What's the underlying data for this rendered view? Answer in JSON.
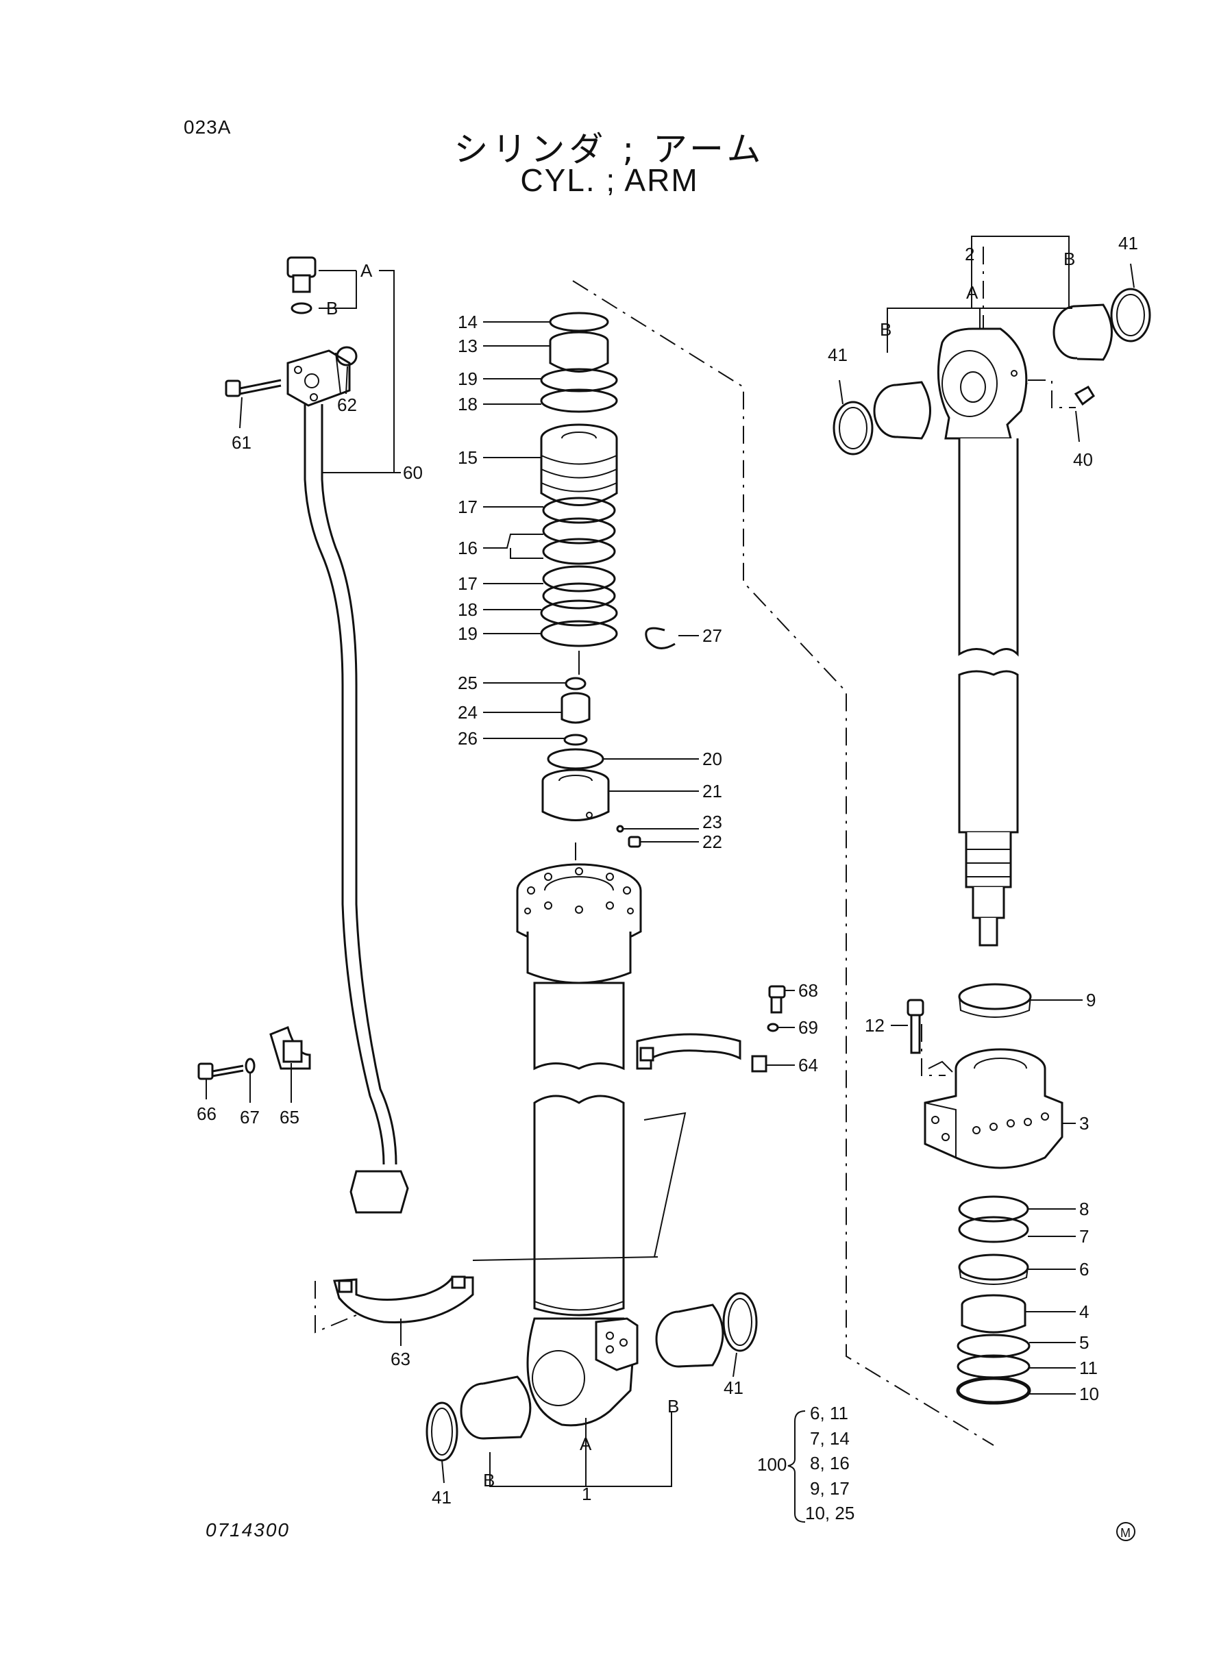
{
  "page": {
    "code": "023A",
    "title_jp": "シリンダ ; アーム",
    "title_en": "CYL. ;  ARM",
    "drawing_number": "0714300",
    "mark": "M"
  },
  "callouts": {
    "c1": "1",
    "c2": "2",
    "c3": "3",
    "c4": "4",
    "c5": "5",
    "c6": "6",
    "c7": "7",
    "c8": "8",
    "c9": "9",
    "c10": "10",
    "c11": "11",
    "c12": "12",
    "c13": "13",
    "c14": "14",
    "c15": "15",
    "c16": "16",
    "c17a": "17",
    "c17b": "17",
    "c18a": "18",
    "c18b": "18",
    "c19a": "19",
    "c19b": "19",
    "c20": "20",
    "c21": "21",
    "c22": "22",
    "c23": "23",
    "c24": "24",
    "c25": "25",
    "c26": "26",
    "c27": "27",
    "c40": "40",
    "c41a": "41",
    "c41b": "41",
    "c41c": "41",
    "c41d": "41",
    "c60": "60",
    "c61": "61",
    "c62": "62",
    "c63": "63",
    "c64": "64",
    "c65": "65",
    "c66": "66",
    "c67": "67",
    "c68": "68",
    "c69": "69"
  },
  "letters": {
    "A_pipe": "A",
    "B_pipe": "B",
    "A_rod": "A",
    "B_rod_left": "B",
    "B_rod_right": "B",
    "A_tube": "A",
    "B_tube_left": "B",
    "B_tube_right": "B"
  },
  "kit": {
    "number": "100",
    "rows": [
      "6,  11",
      "7,  14",
      "8,  16",
      "9,  17",
      "10,  25"
    ]
  },
  "icons": [
    "bolt-icon",
    "o-ring-icon",
    "bushing-icon",
    "seal-ring-icon",
    "grease-fitting-icon",
    "clamp-icon",
    "pipe-icon"
  ]
}
